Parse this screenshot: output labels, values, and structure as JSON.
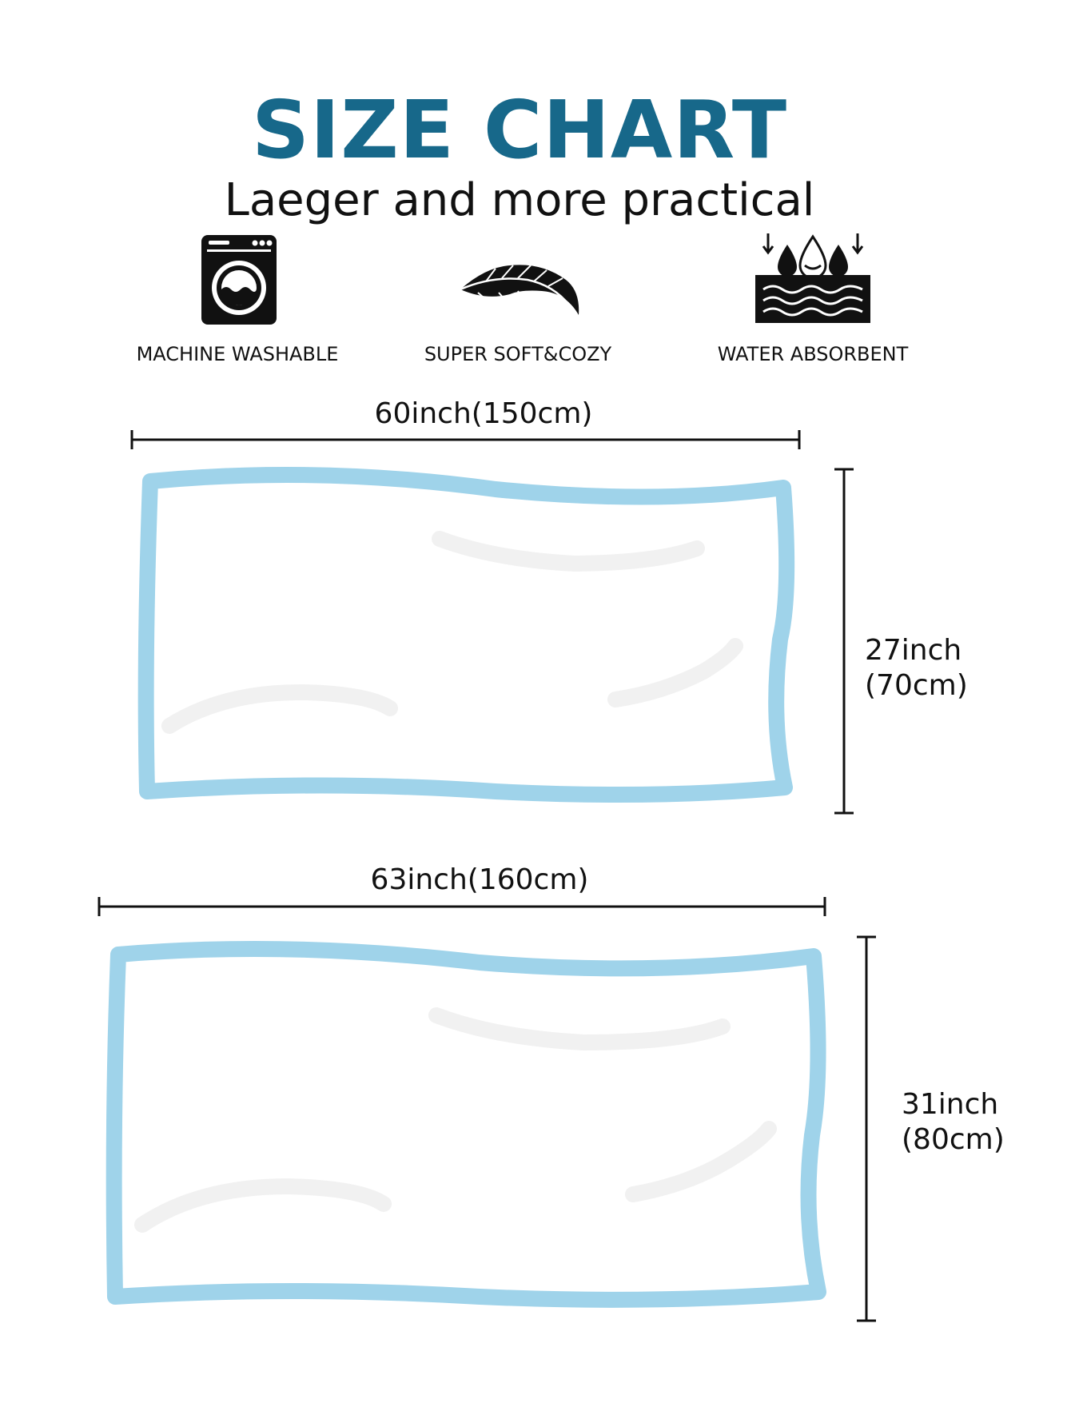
{
  "header": {
    "title": "SIZE CHART",
    "subtitle": "Laeger and more practical",
    "title_color": "#17688a"
  },
  "features": [
    {
      "icon": "washing-machine-icon",
      "label": "MACHINE WASHABLE"
    },
    {
      "icon": "feather-icon",
      "label": "SUPER SOFT&COZY"
    },
    {
      "icon": "water-absorbent-icon",
      "label": "WATER ABSORBENT"
    }
  ],
  "sizes": [
    {
      "width_label": "60inch(150cm)",
      "height_inch": "27inch",
      "height_cm": "(70cm)"
    },
    {
      "width_label": "63inch(160cm)",
      "height_inch": "31inch",
      "height_cm": "(80cm)"
    }
  ],
  "colors": {
    "blanket_outline": "#9fd3ea",
    "dimension_line": "#111111"
  }
}
